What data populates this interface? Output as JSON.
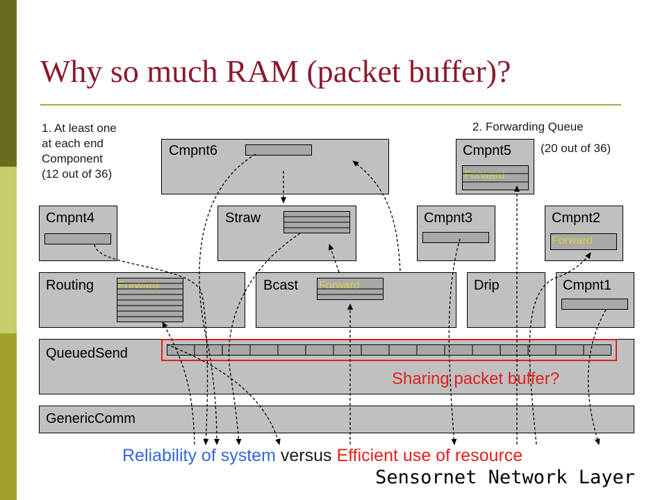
{
  "title": "Why so much RAM (packet buffer)?",
  "note_left": [
    "1. At least one",
    "at each end",
    "Component",
    "(12 out of 36)"
  ],
  "note_right": [
    "2. Forwarding Queue",
    "(20 out of 36)"
  ],
  "components": {
    "cmpnt6": "Cmpnt6",
    "cmpnt5": "Cmpnt5",
    "cmpnt4": "Cmpnt4",
    "straw": "Straw",
    "cmpnt3": "Cmpnt3",
    "cmpnt2": "Cmpnt2",
    "routing": "Routing",
    "bcast": "Bcast",
    "drip": "Drip",
    "cmpnt1": "Cmpnt1",
    "queuedsend": "QueuedSend",
    "genericcomm": "GenericComm"
  },
  "forward_label": "Forward",
  "sharing_text": "Sharing packet buffer?",
  "bottom_line": {
    "reliability": "Reliability of system",
    "versus": "versus",
    "efficient": "Efficient use of resource"
  },
  "footer": "Sensornet Network Layer",
  "colors": {
    "title": "#8b1a2e",
    "blue_text": "#3366dd",
    "red_text": "#e0201c",
    "forward_text": "#d9d24a",
    "box_fill": "#c0c0c0",
    "sidebar_dark": "#6b6b1e",
    "sidebar_light": "#c8cc6a",
    "sidebar_mid": "#9fa12a"
  }
}
